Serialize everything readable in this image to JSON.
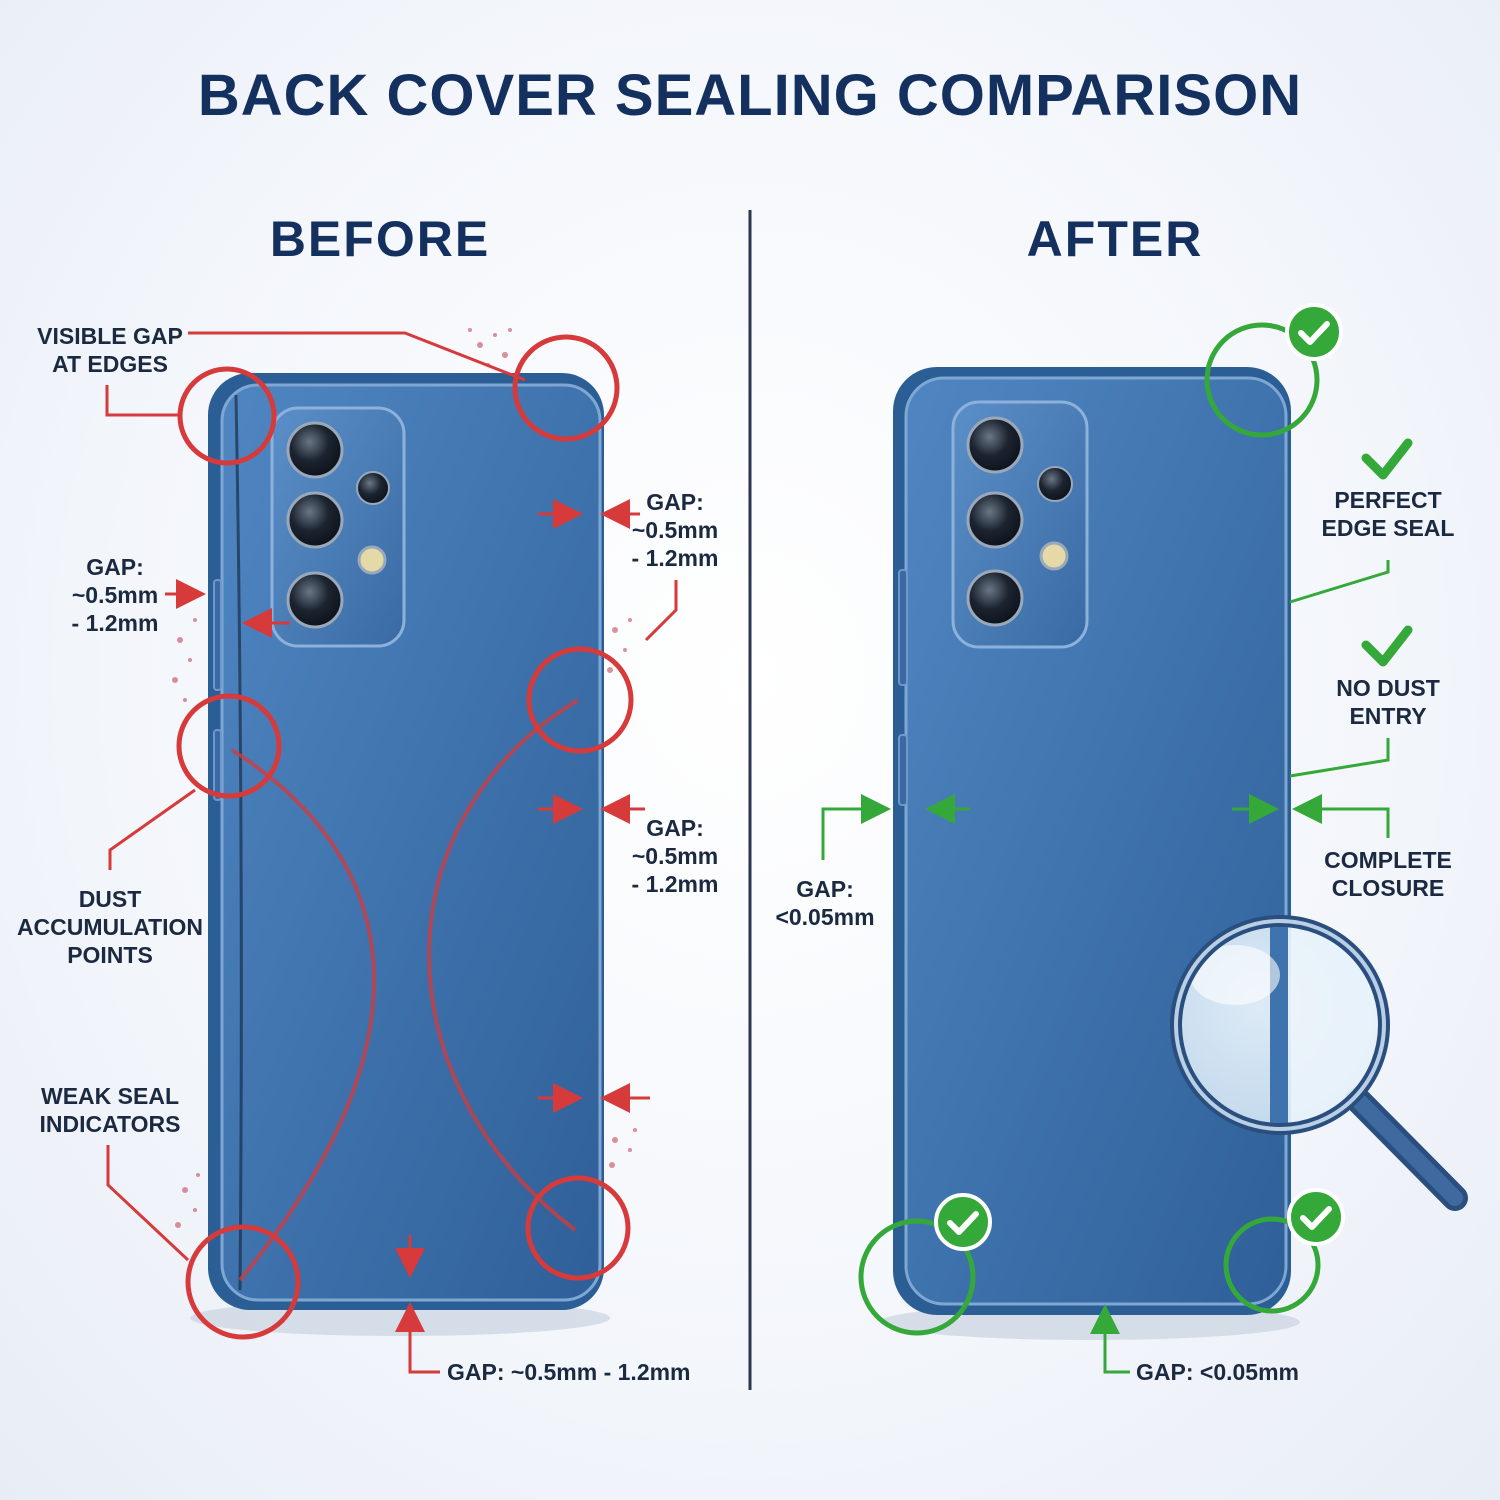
{
  "title": "BACK COVER SEALING COMPARISON",
  "before": {
    "heading": "BEFORE",
    "labels": {
      "visible_gap": [
        "VISIBLE GAP",
        "AT EDGES"
      ],
      "gap_left": [
        "GAP:",
        "~0.5mm",
        "- 1.2mm"
      ],
      "gap_right_top": [
        "GAP:",
        "~0.5mm",
        "- 1.2mm"
      ],
      "gap_right_mid": [
        "GAP:",
        "~0.5mm",
        "- 1.2mm"
      ],
      "dust_points": [
        "DUST",
        "ACCUMULATION",
        "POINTS"
      ],
      "weak_seal": [
        "WEAK SEAL",
        "INDICATORS"
      ],
      "gap_bottom": "GAP: ~0.5mm - 1.2mm"
    }
  },
  "after": {
    "heading": "AFTER",
    "labels": {
      "perfect_seal": [
        "PERFECT",
        "EDGE SEAL"
      ],
      "no_dust": [
        "NO DUST",
        "ENTRY"
      ],
      "complete_closure": [
        "COMPLETE",
        "CLOSURE"
      ],
      "gap_left": [
        "GAP:",
        "<0.05mm"
      ],
      "gap_bottom": "GAP: <0.05mm"
    }
  },
  "colors": {
    "title": "#14305e",
    "warning": "#d63a3a",
    "success": "#35a83a",
    "phone_body": "#3f73ad",
    "phone_frame": "#2c5e96",
    "text": "#1b2a40"
  }
}
